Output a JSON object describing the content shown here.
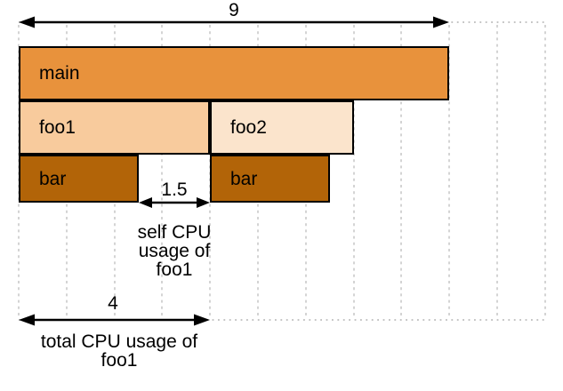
{
  "colors": {
    "background": "#ffffff",
    "main-fill": "#e8923c",
    "foo1-fill": "#f8cb9d",
    "foo2-fill": "#fbe4cc",
    "bar-fill": "#b26408",
    "box-border": "#000000",
    "grid-line": "#c9c9c9",
    "dotted-line": "#b0b0b0",
    "arrow": "#000000",
    "text": "#000000"
  },
  "frames": [
    {
      "label": "main",
      "depth": 0,
      "start": 0,
      "duration": 9
    },
    {
      "label": "foo1",
      "depth": 1,
      "start": 0,
      "duration": 4
    },
    {
      "label": "foo2",
      "depth": 1,
      "start": 4,
      "duration": 3
    },
    {
      "label": "bar",
      "depth": 2,
      "start": 0,
      "duration": 2.5
    },
    {
      "label": "bar",
      "depth": 2,
      "start": 4,
      "duration": 2.5
    }
  ],
  "grid": {
    "units": 12,
    "unit_value": 1
  },
  "measurements": {
    "main_total": {
      "value": "9"
    },
    "foo1_self": {
      "value": "1.5",
      "caption": "self CPU\nusage of\nfoo1"
    },
    "foo1_total": {
      "value": "4",
      "caption": "total CPU usage of\nfoo1"
    }
  }
}
